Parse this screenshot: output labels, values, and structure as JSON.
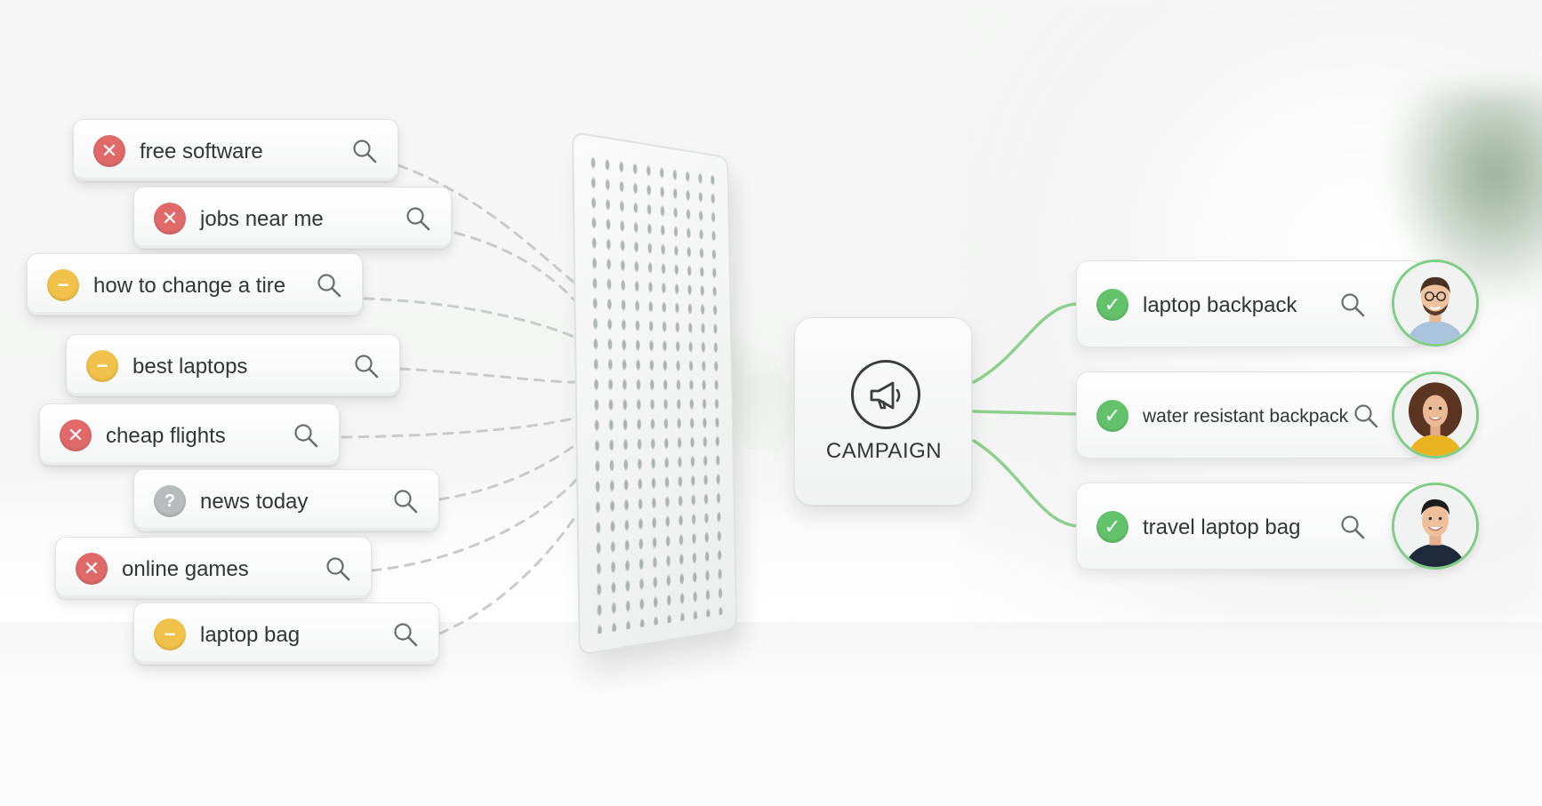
{
  "queries": [
    {
      "label": "free software",
      "status": "rejected",
      "status_icon": "x-icon"
    },
    {
      "label": "jobs near me",
      "status": "rejected",
      "status_icon": "x-icon"
    },
    {
      "label": "how to change a tire",
      "status": "neutral",
      "status_icon": "minus-icon"
    },
    {
      "label": "best laptops",
      "status": "neutral",
      "status_icon": "minus-icon"
    },
    {
      "label": "cheap flights",
      "status": "rejected",
      "status_icon": "x-icon"
    },
    {
      "label": "news today",
      "status": "unknown",
      "status_icon": "question-icon"
    },
    {
      "label": "online games",
      "status": "rejected",
      "status_icon": "x-icon"
    },
    {
      "label": "laptop bag",
      "status": "neutral",
      "status_icon": "minus-icon"
    }
  ],
  "filter": {
    "icon": "filter-mesh-icon"
  },
  "campaign": {
    "label": "CAMPAIGN",
    "icon": "megaphone-icon"
  },
  "results": [
    {
      "label": "laptop backpack",
      "status": "accepted",
      "status_icon": "check-icon",
      "avatar": "man-glasses-avatar"
    },
    {
      "label": "water resistant backpack",
      "status": "accepted",
      "status_icon": "check-icon",
      "avatar": "woman-curly-avatar"
    },
    {
      "label": "travel laptop bag",
      "status": "accepted",
      "status_icon": "check-icon",
      "avatar": "man-smiling-avatar"
    }
  ],
  "colors": {
    "rejected": "#e06a6a",
    "neutral": "#f0c24b",
    "unknown": "#b9bcbc",
    "accepted": "#63c26b",
    "connector_green": "#8fd08f",
    "connector_dashed": "#c9cccb"
  }
}
